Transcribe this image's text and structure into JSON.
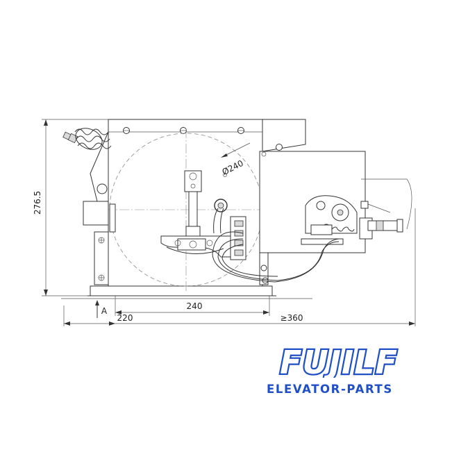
{
  "dimensions": {
    "height": "276.5",
    "diameter": "Ø240",
    "width_240": "240",
    "offset_220": "220",
    "min_360": "≥360",
    "view_label": "A"
  },
  "brand": {
    "name": "FUJILF",
    "subtitle": "ELEVATOR-PARTS",
    "color": "#1f4fc6"
  }
}
